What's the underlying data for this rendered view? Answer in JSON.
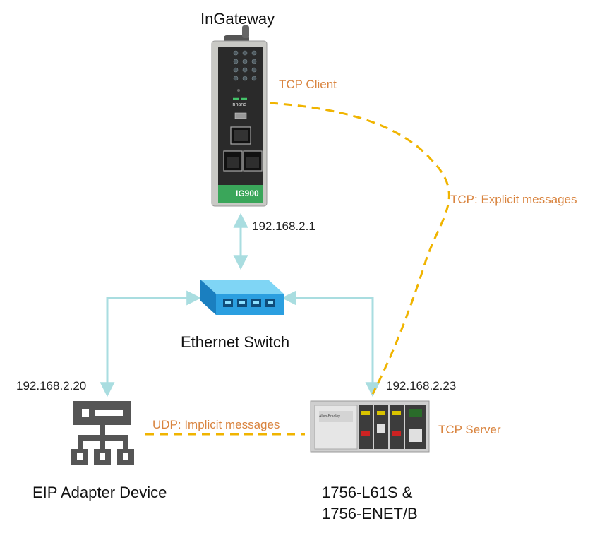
{
  "gateway": {
    "title": "InGateway",
    "brand": "inhand",
    "model": "IG900",
    "ip": "192.168.2.1",
    "role": "TCP Client"
  },
  "switch": {
    "label": "Ethernet Switch",
    "icon": "ethernet-switch-icon"
  },
  "eip": {
    "label": "EIP Adapter Device",
    "ip": "192.168.2.20",
    "icon": "network-hierarchy-icon"
  },
  "plc": {
    "label_line1": "1756-L61S &",
    "label_line2": "1756-ENET/B",
    "ip": "192.168.2.23",
    "role": "TCP Server",
    "brand": "Allen-Bradley"
  },
  "links": {
    "explicit": "TCP: Explicit messages",
    "implicit": "UDP: Implicit messages"
  },
  "colors": {
    "label_orange": "#d9843f",
    "dashed_link": "#f0b400",
    "ethernet_link": "#a9dde0",
    "switch_blue": "#2b9fe0",
    "gateway_green": "#3aa65a",
    "eip_icon": "#555555"
  }
}
